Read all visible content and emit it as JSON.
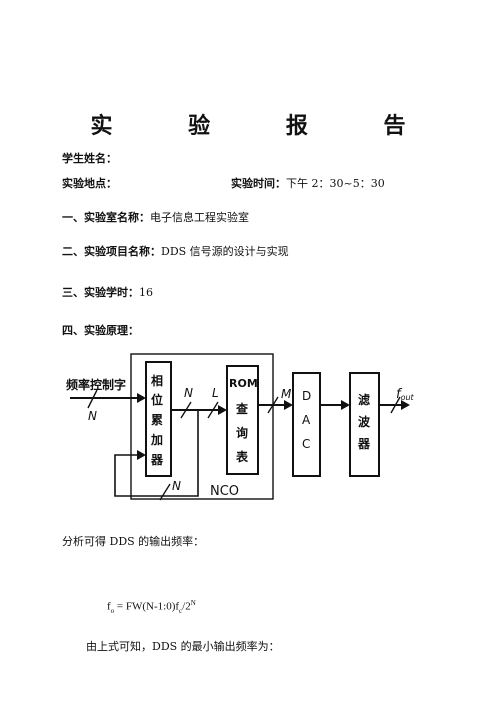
{
  "title": "实 验 报 告",
  "fields": {
    "student_label": "学生姓名：",
    "place_label": "实验地点：",
    "time_label": "实验时间：",
    "time_value": "下午 2：30~5：30"
  },
  "sections": {
    "s1_label": "一、实验室名称：",
    "s1_value": "电子信息工程实验室",
    "s2_label": "二、实验项目名称：",
    "s2_value": "DDS 信号源的设计与实现",
    "s3_label": "三、实验学时：",
    "s3_value": "16",
    "s4_label": "四、实验原理："
  },
  "diagram": {
    "freq_word": "频率控制字",
    "accumulator": [
      "相",
      "位",
      "累",
      "加",
      "器"
    ],
    "rom": [
      "ROM",
      "查",
      "询",
      "表"
    ],
    "dac": [
      "D",
      "A",
      "C"
    ],
    "filter": [
      "滤",
      "波",
      "器"
    ],
    "label_n_in": "N",
    "label_n_mid": "N",
    "label_l": "L",
    "label_m": "M",
    "label_n_feedback": "N",
    "label_nco": "NCO",
    "label_fout": "f",
    "label_fout_sub": "out"
  },
  "body": {
    "analysis": "分析可得 DDS 的输出频率：",
    "formula_main": "f",
    "formula_sub1": "o",
    "formula_mid": " = FW(N-1:0)f",
    "formula_sub2": "c",
    "formula_end": "/2",
    "formula_sup": "N",
    "conclusion": "由上式可知，DDS 的最小输出频率为："
  }
}
